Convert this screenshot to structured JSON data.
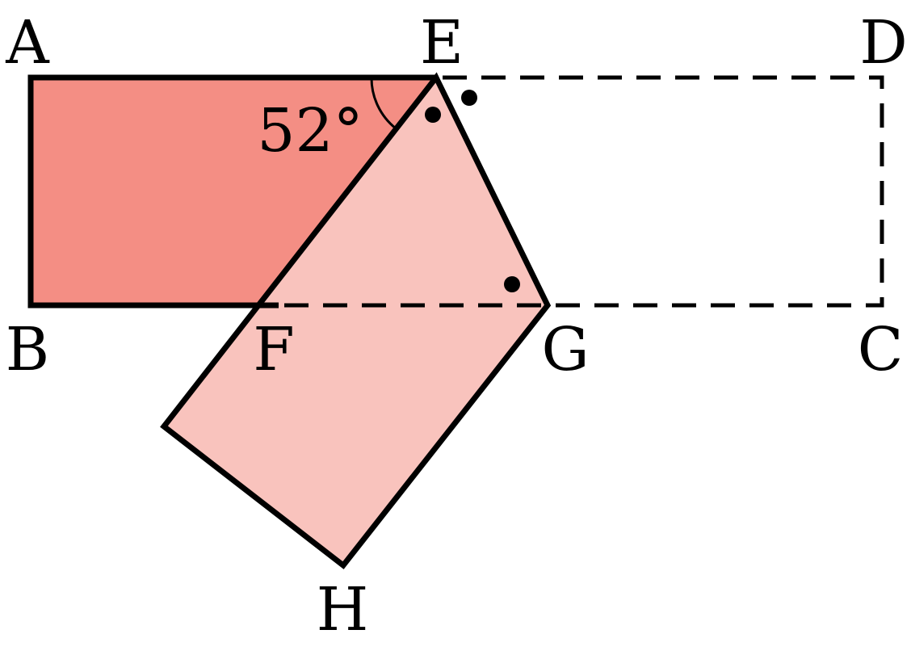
{
  "figure": {
    "points": {
      "A": {
        "label": "A"
      },
      "B": {
        "label": "B"
      },
      "C": {
        "label": "C"
      },
      "D": {
        "label": "D"
      },
      "E": {
        "label": "E"
      },
      "F": {
        "label": "F"
      },
      "G": {
        "label": "G"
      },
      "H": {
        "label": "H"
      }
    },
    "angle": {
      "label": "52°"
    },
    "colors": {
      "dark_fill": "#f48e84",
      "light_fill": "#f9c3bd",
      "stroke": "#000000"
    }
  }
}
